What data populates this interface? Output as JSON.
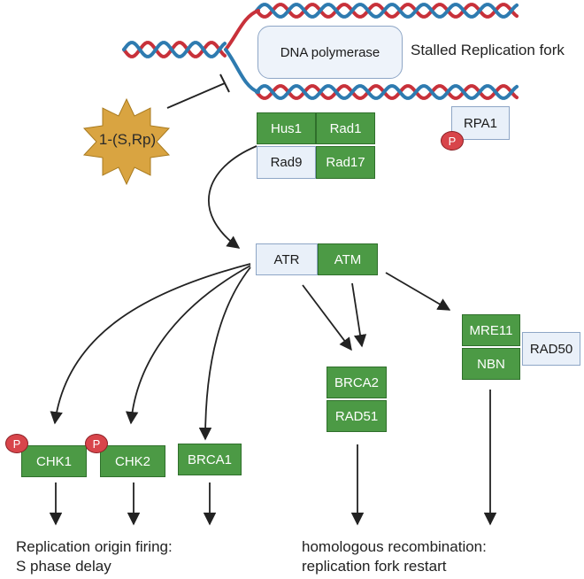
{
  "fork_title": "Stalled Replication fork",
  "polymerase_label": "DNA polymerase",
  "inhibitor_label": "1-(S,Rp)",
  "phospho_label": "P",
  "clamp": {
    "hus1": "Hus1",
    "rad1": "Rad1",
    "rad9": "Rad9",
    "rad17": "Rad17"
  },
  "rpa1": "RPA1",
  "kinases": {
    "atr": "ATR",
    "atm": "ATM"
  },
  "targets": {
    "chk1": "CHK1",
    "chk2": "CHK2",
    "brca1": "BRCA1",
    "brca2": "BRCA2",
    "rad51": "RAD51",
    "mre11": "MRE11",
    "nbn": "NBN",
    "rad50": "RAD50"
  },
  "outcomes": {
    "left_line1": "Replication origin firing:",
    "left_line2": "S phase delay",
    "right_line1": "homologous recombination:",
    "right_line2": "replication fork restart"
  },
  "colors": {
    "green_box": "#4c9a45",
    "light_box": "#e9f0f9",
    "phospho": "#d8454b",
    "dna_red": "#c8313a",
    "dna_blue": "#2e7bb0",
    "inhibitor": "#d9a441"
  }
}
